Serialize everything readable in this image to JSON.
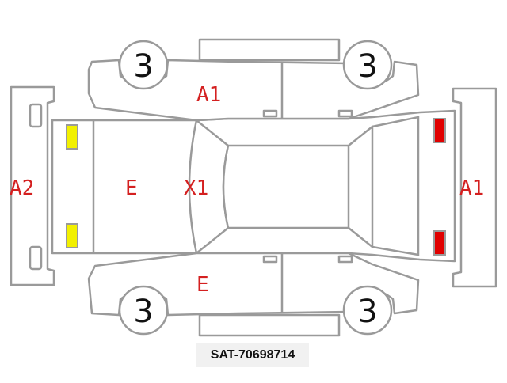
{
  "diagram": {
    "labels": {
      "front_door_top": "A1",
      "front_bumper": "A2",
      "hood": "E",
      "windshield": "X1",
      "rear_bumper": "A1",
      "front_door_bottom": "E"
    },
    "tires": {
      "front_left": "3",
      "rear_left": "3",
      "front_right": "3",
      "rear_right": "3"
    },
    "code": "SAT-70698714"
  },
  "colors": {
    "damage_label": "#d42020",
    "minor_marker": "#f2f000",
    "major_marker": "#e00000",
    "outline": "#9a9a9a"
  }
}
